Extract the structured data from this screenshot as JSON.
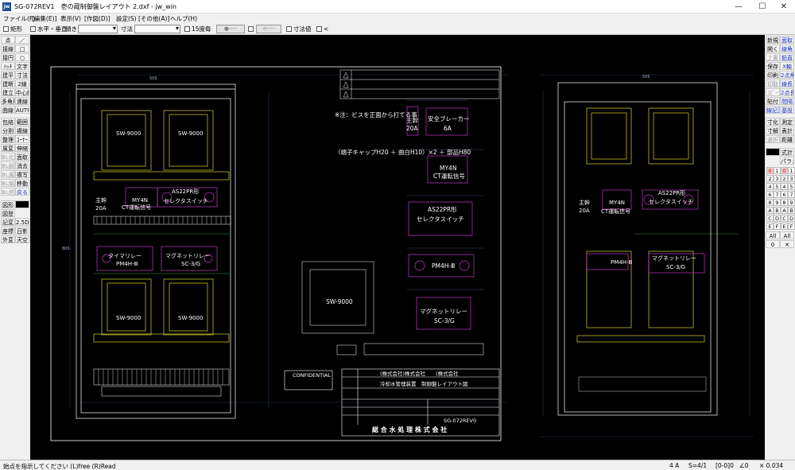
{
  "window": {
    "title": "SG-072REV1　壱の蔵制御盤レイアウト 2.dxf - jw_win",
    "app_icon": "jw",
    "minimize": "—",
    "maximize": "☐",
    "close": "✕"
  },
  "menu": [
    "ファイル(F)",
    "[編集(E)]",
    "表示(V)",
    "[作図(D)]",
    "設定(S)",
    "[その他(A)]",
    "ヘルプ(H)"
  ],
  "toolbar": {
    "rect": "矩形",
    "horiz_vert": "水平・垂直",
    "tilt": "傾き",
    "dimension": "寸法",
    "deg15": "15度毎",
    "btn1": "●----",
    "btn2": "<----",
    "dim_value": "寸法値",
    "lt": "<"
  },
  "left_tools": [
    [
      "点",
      "／"
    ],
    [
      "接線",
      "□"
    ],
    [
      "接円",
      "○"
    ],
    [
      "ﾊｯﾁ",
      "文字"
    ],
    [
      "建平",
      "寸法"
    ],
    [
      "建断",
      "2線"
    ],
    [
      "建立",
      "中心線"
    ],
    [
      "多角形",
      "連線"
    ],
    [
      "曲線",
      "AUTO"
    ],
    [
      "包絡",
      "範囲"
    ],
    [
      "分割",
      "複線"
    ],
    [
      "整理",
      "ｺｰﾅｰ"
    ],
    [
      "属変",
      "伸縮"
    ],
    [
      "BL化",
      "面取"
    ],
    [
      "BL解",
      "消去"
    ],
    [
      "BL属",
      "複写"
    ],
    [
      "BL編",
      "移動"
    ],
    [
      "BL終",
      "戻る"
    ],
    [
      "図形",
      ""
    ],
    [
      "図登",
      ""
    ],
    [
      "記変",
      "2.5D"
    ],
    [
      "座標",
      "日影"
    ],
    [
      "外変",
      "天空"
    ]
  ],
  "right_tools": [
    [
      "新規",
      "面取"
    ],
    [
      "開く",
      "線角"
    ],
    [
      "上書",
      "鉛直"
    ],
    [
      "保存",
      "X軸"
    ],
    [
      "印刷",
      "2点角"
    ],
    [
      "切取",
      "線長"
    ],
    [
      "ｺﾋﾟｰ",
      "2点長"
    ],
    [
      "貼付",
      "間隔"
    ],
    [
      "線記変",
      "基設"
    ],
    [
      "寸化",
      "測定"
    ],
    [
      "寸解",
      "表計"
    ],
    [
      "選択",
      "距離"
    ]
  ],
  "right_labels": {
    "line_type": "式計",
    "param": "パラメ",
    "all": "All",
    "zero": "0",
    "all2": "All",
    "x": "✕"
  },
  "layers": [
    "0",
    "1",
    "2",
    "3",
    "4",
    "5",
    "6",
    "7",
    "8",
    "9",
    "A",
    "B",
    "C",
    "D",
    "E",
    "F"
  ],
  "drawing": {
    "note": "※注：ビスを正面から打てる事",
    "breaker": "安全ブレーカー",
    "breaker_amp": "6A",
    "main": "主幹",
    "main_amp": "20A",
    "terminal": "（端子キャップH20 ＋ 曲白H10）×2 ＋ 部品H80",
    "my4n": "MY4N",
    "ct": "CT運転信号",
    "as22": "AS22PR形",
    "selector": "セレクタスイッチ",
    "pm4h": "PM4H-Ⅲ",
    "timer": "タイマリレー",
    "magnet": "マグネットリレー",
    "sc": "SC-3/G",
    "sw9000": "SW-9000",
    "confidential": "CONFIDENTIAL",
    "company1": "(株式会社)株式会社　　(株式会社",
    "project": "冷却水管理装置　制御盤レイアウト図",
    "drawing_no": "SG-072REV0",
    "company_full": "総 合 水 処 理 株 式 会 社",
    "dim_w": "505",
    "dim_h": "800"
  },
  "status": {
    "hint": "始点を指示してください (L)free (R)Read",
    "paper": "4 A",
    "scale": "S=4/1",
    "layer": "[0-0]0",
    "angle": "∠0",
    "zoom": "× 0.034"
  },
  "colors": {
    "canvas": "#000000",
    "grid": "#2c3d6b",
    "yellow": "#d9d22a",
    "magenta": "#c33ac8",
    "white": "#ffffff",
    "green": "#2f9a3a"
  }
}
